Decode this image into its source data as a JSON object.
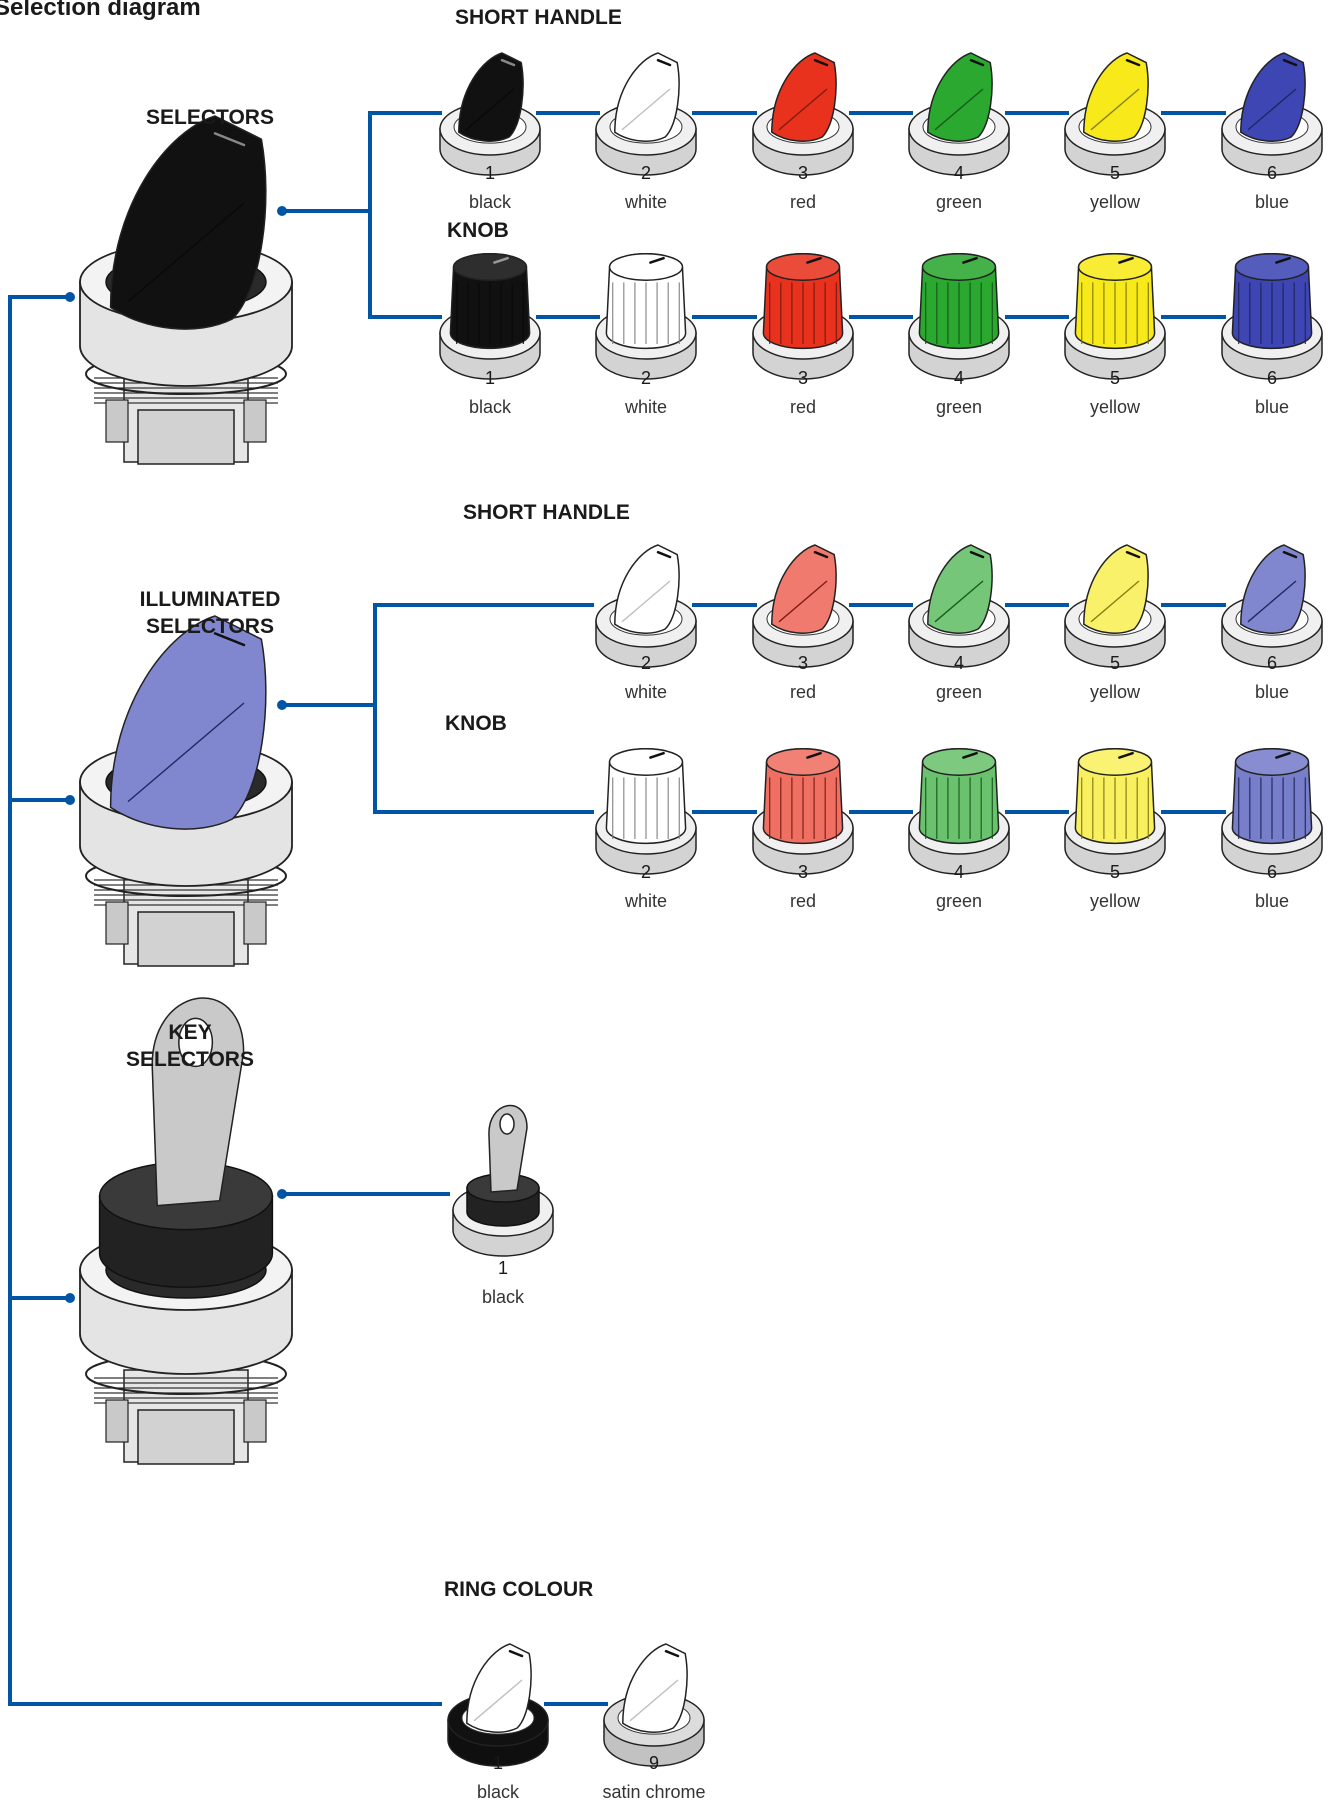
{
  "title": "Selection diagram",
  "colors": {
    "line": "#0055a5",
    "black": "#111111",
    "white": "#ffffff",
    "red": "#e8321e",
    "green": "#2aa830",
    "yellow": "#f7e91a",
    "blue": "#3d46b3",
    "satin_chrome": "#dcdcdc"
  },
  "sections": {
    "selectors": {
      "label": "SELECTORS",
      "short_handle": {
        "label": "SHORT HANDLE",
        "items": [
          {
            "code": "1",
            "name": "black",
            "color": "black"
          },
          {
            "code": "2",
            "name": "white",
            "color": "white"
          },
          {
            "code": "3",
            "name": "red",
            "color": "red"
          },
          {
            "code": "4",
            "name": "green",
            "color": "green"
          },
          {
            "code": "5",
            "name": "yellow",
            "color": "yellow"
          },
          {
            "code": "6",
            "name": "blue",
            "color": "blue"
          }
        ]
      },
      "knob": {
        "label": "KNOB",
        "items": [
          {
            "code": "1",
            "name": "black",
            "color": "black"
          },
          {
            "code": "2",
            "name": "white",
            "color": "white"
          },
          {
            "code": "3",
            "name": "red",
            "color": "red"
          },
          {
            "code": "4",
            "name": "green",
            "color": "green"
          },
          {
            "code": "5",
            "name": "yellow",
            "color": "yellow"
          },
          {
            "code": "6",
            "name": "blue",
            "color": "blue"
          }
        ]
      }
    },
    "illuminated": {
      "label_line1": "ILLUMINATED",
      "label_line2": "SELECTORS",
      "short_handle": {
        "label": "SHORT HANDLE",
        "items": [
          {
            "code": "2",
            "name": "white",
            "color": "white"
          },
          {
            "code": "3",
            "name": "red",
            "color": "red"
          },
          {
            "code": "4",
            "name": "green",
            "color": "green"
          },
          {
            "code": "5",
            "name": "yellow",
            "color": "yellow"
          },
          {
            "code": "6",
            "name": "blue",
            "color": "blue"
          }
        ]
      },
      "knob": {
        "label": "KNOB",
        "items": [
          {
            "code": "2",
            "name": "white",
            "color": "white"
          },
          {
            "code": "3",
            "name": "red",
            "color": "red"
          },
          {
            "code": "4",
            "name": "green",
            "color": "green"
          },
          {
            "code": "5",
            "name": "yellow",
            "color": "yellow"
          },
          {
            "code": "6",
            "name": "blue",
            "color": "blue"
          }
        ]
      }
    },
    "key": {
      "label_line1": "KEY",
      "label_line2": "SELECTORS",
      "items": [
        {
          "code": "1",
          "name": "black",
          "color": "black"
        }
      ]
    },
    "ring": {
      "label": "RING COLOUR",
      "items": [
        {
          "code": "1",
          "name": "black",
          "color": "black"
        },
        {
          "code": "9",
          "name": "satin chrome",
          "color": "satin_chrome"
        }
      ]
    }
  }
}
